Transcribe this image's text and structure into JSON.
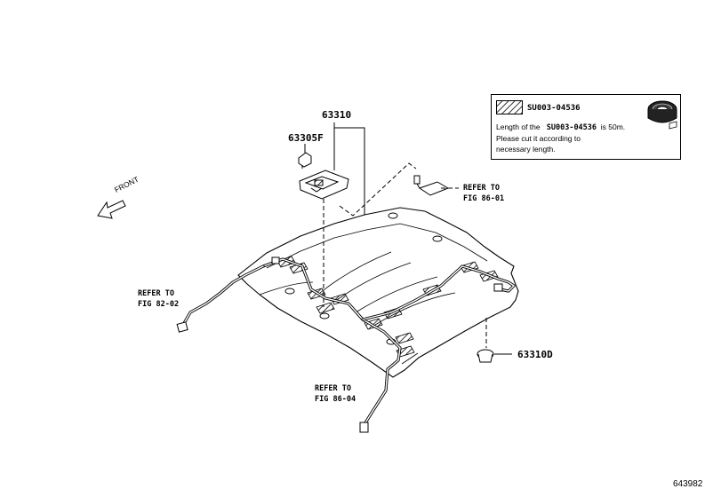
{
  "parts": {
    "p63310": "63310",
    "p63305F": "63305F",
    "p63310D": "63310D"
  },
  "refs": {
    "fig86_01": {
      "line1": "REFER TO",
      "line2": "FIG 86-01"
    },
    "fig82_02": {
      "line1": "REFER TO",
      "line2": "FIG 82-02"
    },
    "fig86_04": {
      "line1": "REFER TO",
      "line2": "FIG 86-04"
    }
  },
  "front_label": "FRONT",
  "legend": {
    "code": "SU003-04536",
    "line1_prefix": "Length of the",
    "line1_code": "SU003-04536",
    "line1_suffix": "is 50m.",
    "line2": "Please cut it according to",
    "line3": "necessary length."
  },
  "figure_id": "643982",
  "colors": {
    "ink": "#000000",
    "background": "#ffffff"
  }
}
